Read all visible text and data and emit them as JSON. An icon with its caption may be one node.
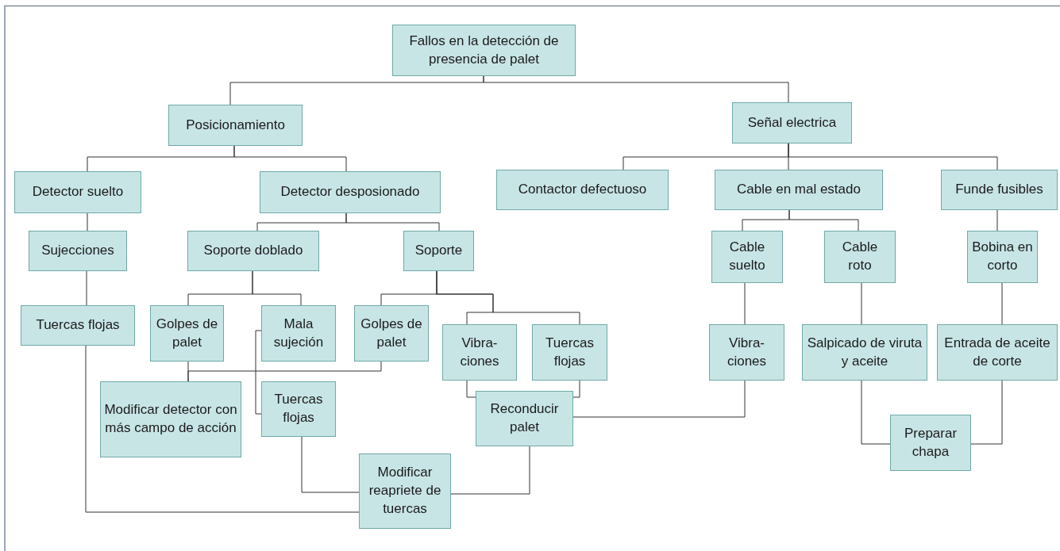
{
  "diagram": {
    "nodes": [
      {
        "text": [
          "Fallos en la detección de presencia de palet"
        ]
      },
      {
        "text": [
          "Posicionamiento"
        ]
      },
      {
        "text": [
          "Señal electrica"
        ]
      },
      {
        "text": [
          "Detector suelto"
        ]
      },
      {
        "text": [
          "Detector desposionado"
        ]
      },
      {
        "text": [
          "Contactor defectuoso"
        ]
      },
      {
        "text": [
          "Cable en mal estado"
        ]
      },
      {
        "text": [
          "Funde fusibles"
        ]
      },
      {
        "text": [
          "Sujecciones"
        ]
      },
      {
        "text": [
          "Soporte doblado"
        ]
      },
      {
        "text": [
          "Soporte"
        ]
      },
      {
        "text": [
          "Cable suelto"
        ]
      },
      {
        "text": [
          "Cable roto"
        ]
      },
      {
        "text": [
          "Bobina en corto"
        ]
      },
      {
        "text": [
          "Tuercas flojas"
        ]
      },
      {
        "text": [
          "Golpes de palet"
        ]
      },
      {
        "text": [
          "Mala sujeción"
        ]
      },
      {
        "text": [
          "Golpes de palet"
        ]
      },
      {
        "text": [
          "Vibra- ciones"
        ]
      },
      {
        "text": [
          "Tuercas flojas"
        ]
      },
      {
        "text": [
          "Vibra- ciones"
        ]
      },
      {
        "text": [
          "Salpicado de viruta y aceite"
        ]
      },
      {
        "text": [
          "Entrada de aceite de corte"
        ]
      },
      {
        "text": [
          "Modificar detector con más campo de acción"
        ]
      },
      {
        "text": [
          "Tuercas flojas"
        ]
      },
      {
        "text": [
          "Reconducir palet"
        ]
      },
      {
        "text": [
          "Modificar reapriete de tuercas"
        ]
      },
      {
        "text": [
          "Preparar chapa"
        ]
      }
    ],
    "edges": [
      {
        "from": 0,
        "to": 1,
        "arrow": "none"
      },
      {
        "from": 0,
        "to": 2,
        "arrow": "none"
      },
      {
        "from": 1,
        "to": 3,
        "arrow": "none"
      },
      {
        "from": 1,
        "to": 4,
        "arrow": "none"
      },
      {
        "from": 2,
        "to": 5,
        "arrow": "none"
      },
      {
        "from": 2,
        "to": 6,
        "arrow": "none"
      },
      {
        "from": 2,
        "to": 7,
        "arrow": "none"
      },
      {
        "from": 3,
        "to": 8,
        "arrow": "none"
      },
      {
        "from": 4,
        "to": 9,
        "arrow": "none"
      },
      {
        "from": 4,
        "to": 10,
        "arrow": "none"
      },
      {
        "from": 6,
        "to": 11,
        "arrow": "none"
      },
      {
        "from": 6,
        "to": 12,
        "arrow": "none"
      },
      {
        "from": 7,
        "to": 13,
        "arrow": "none"
      },
      {
        "from": 8,
        "to": 14,
        "arrow": "none"
      },
      {
        "from": 9,
        "to": 15,
        "arrow": "none"
      },
      {
        "from": 9,
        "to": 16,
        "arrow": "none"
      },
      {
        "from": 10,
        "to": 17,
        "arrow": "none"
      },
      {
        "from": 10,
        "to": 18,
        "arrow": "none"
      },
      {
        "from": 10,
        "to": 19,
        "arrow": "none"
      },
      {
        "from": 11,
        "to": 20,
        "arrow": "none"
      },
      {
        "from": 12,
        "to": 21,
        "arrow": "none"
      },
      {
        "from": 13,
        "to": 22,
        "arrow": "none"
      },
      {
        "from": 14,
        "to": 26,
        "arrow": "none"
      },
      {
        "from": 15,
        "to": 23,
        "arrow": "none"
      },
      {
        "from": 17,
        "to": 23,
        "arrow": "none"
      },
      {
        "from": 16,
        "to": 24,
        "arrow": "none"
      },
      {
        "from": 18,
        "to": 25,
        "arrow": "none"
      },
      {
        "from": 19,
        "to": 25,
        "arrow": "none"
      },
      {
        "from": 20,
        "to": 25,
        "arrow": "none"
      },
      {
        "from": 24,
        "to": 26,
        "arrow": "none"
      },
      {
        "from": 25,
        "to": 26,
        "arrow": "none"
      },
      {
        "from": 21,
        "to": 27,
        "arrow": "none"
      },
      {
        "from": 22,
        "to": 27,
        "arrow": "none"
      }
    ]
  }
}
